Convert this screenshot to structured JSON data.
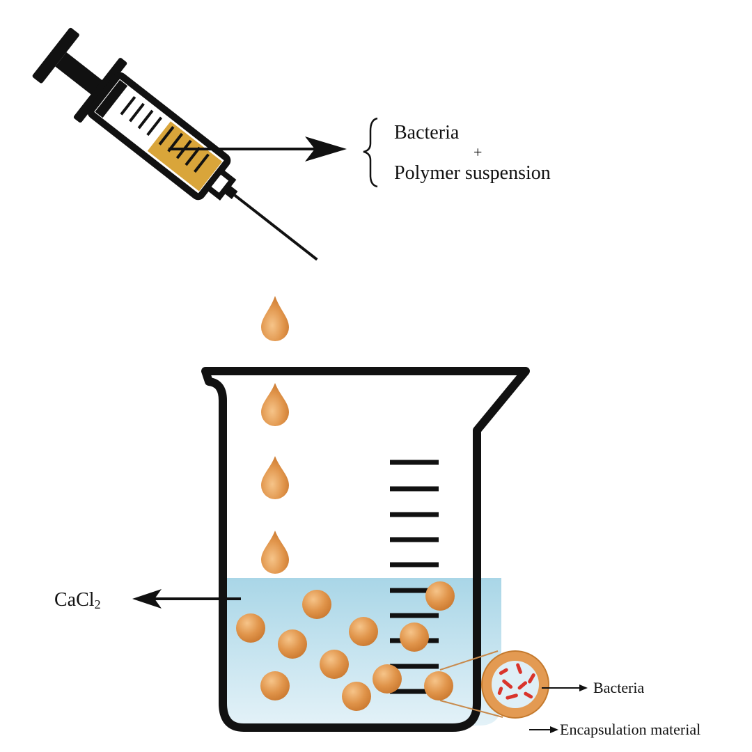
{
  "labels": {
    "bacteria_top": "Bacteria",
    "plus": "+",
    "polymer": "Polymer suspension",
    "cacl2_main": "CaCl",
    "cacl2_sub": "2",
    "bacteria_inset": "Bacteria",
    "encapsulation": "Encapsulation material"
  },
  "colors": {
    "outline": "#111111",
    "bead": "#d9893e",
    "bead_highlight": "#f6c489",
    "syringe_fill": "#d9a53a",
    "solution_top": "#a9d6e7",
    "solution_bottom": "#dff0f7",
    "bacteria_cells": "#d9342b"
  },
  "icons": [
    "syringe-icon",
    "beaker-icon",
    "droplet-icon",
    "bead-icon",
    "capsule-icon"
  ]
}
